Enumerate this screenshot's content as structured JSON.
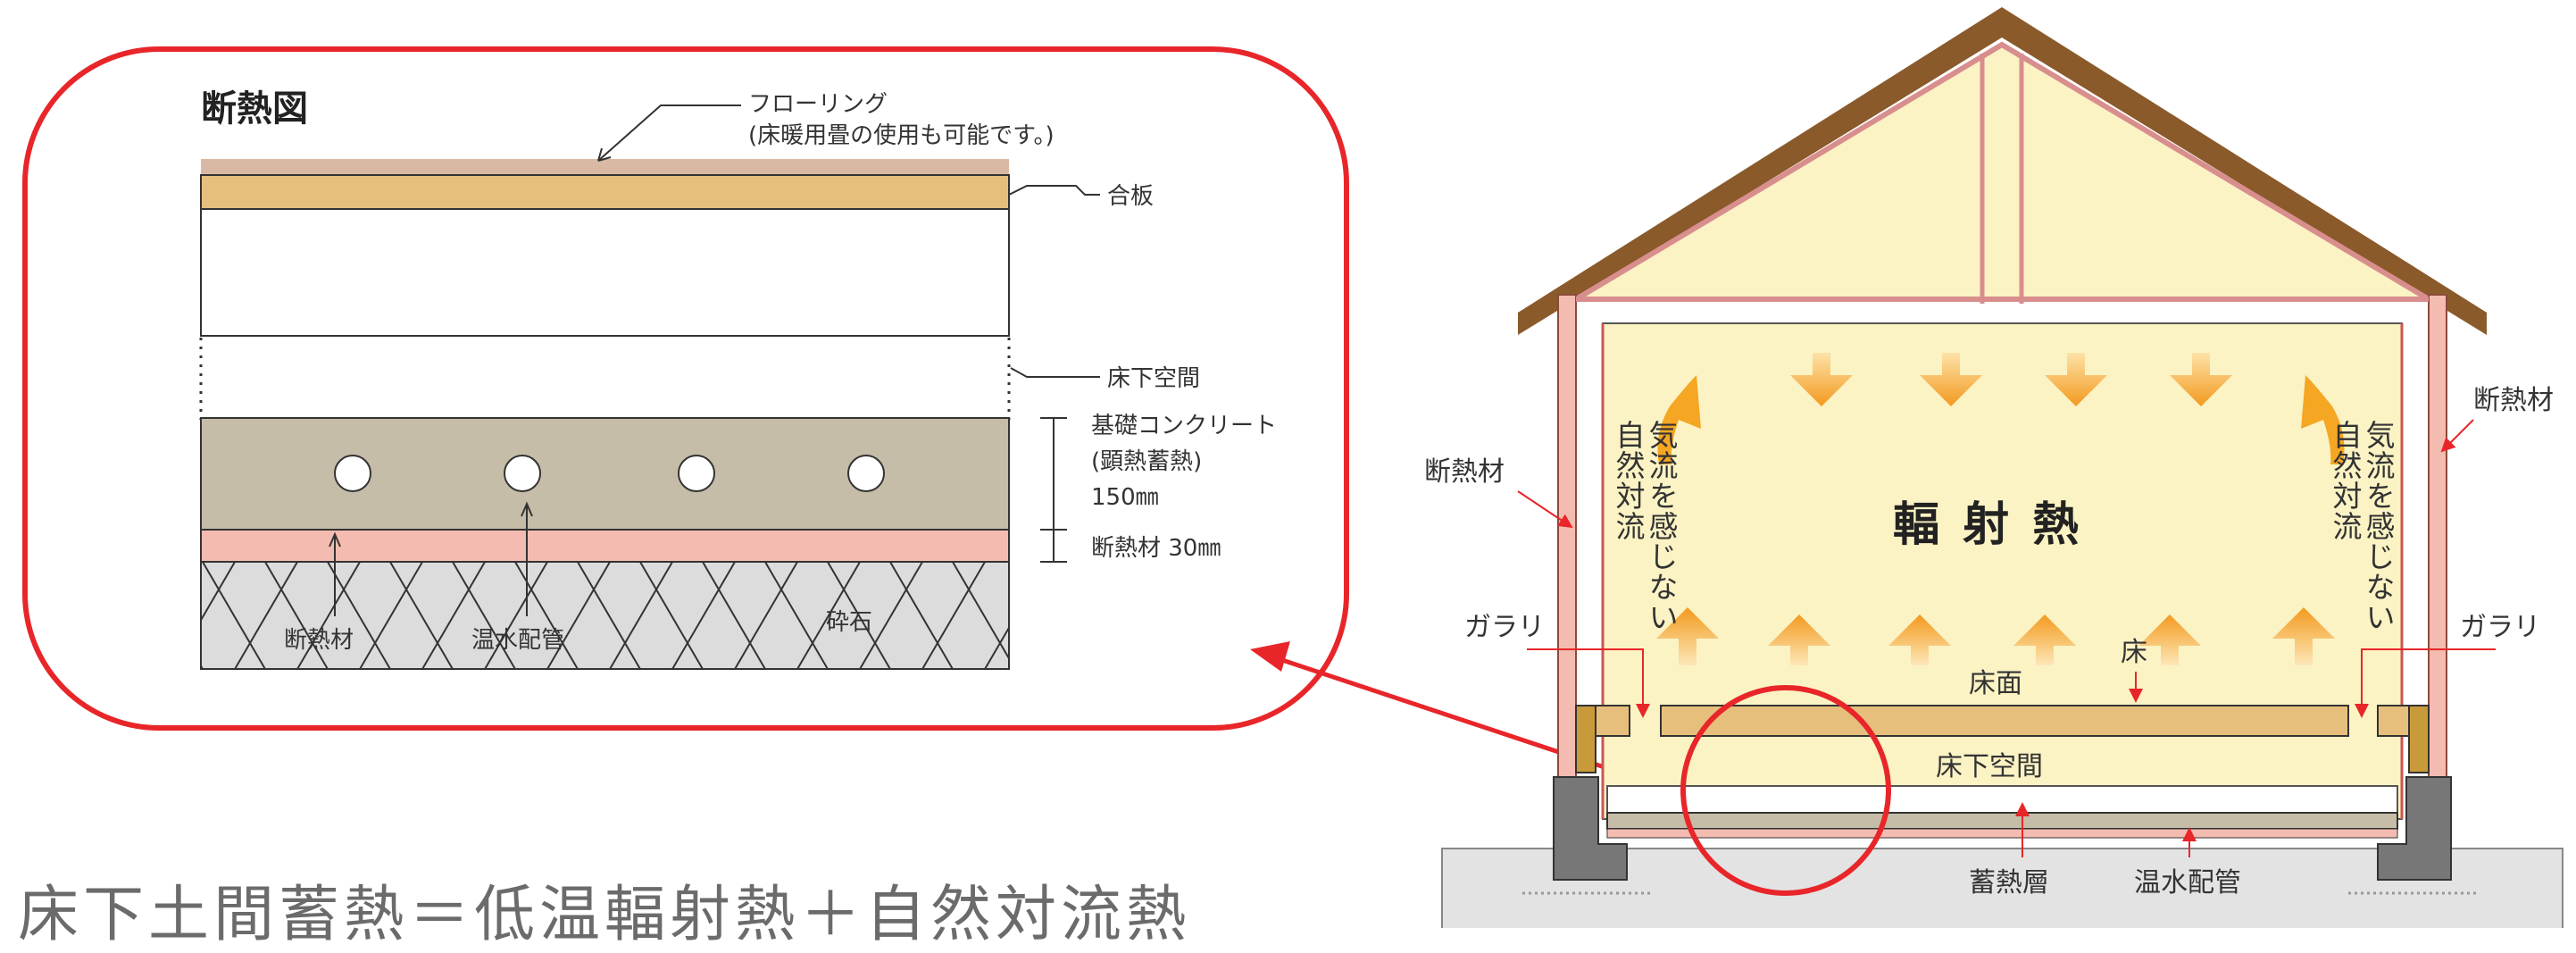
{
  "detail": {
    "title": "断熱図",
    "flooring_line1": "フローリング",
    "flooring_line2": "(床暖用畳の使用も可能です。)",
    "plywood": "合板",
    "underfloor_space": "床下空間",
    "concrete_line1": "基礎コンクリート",
    "concrete_line2": "(顕熱蓄熱)",
    "concrete_thickness": "150㎜",
    "insulation_thickness": "断熱材 30㎜",
    "insulation": "断熱材",
    "hot_water_pipe": "温水配管",
    "gravel": "砕石",
    "frame_color": "#e8262a"
  },
  "house": {
    "insulation_left": "断熱材",
    "insulation_right": "断熱材",
    "convection_left_col1": "気流を感じない",
    "convection_left_col2": "自然対流",
    "convection_right_col1": "気流を感じない",
    "convection_right_col2": "自然対流",
    "radiant_heat": "輻 射 熱",
    "gallery_left": "ガラリ",
    "gallery_right": "ガラリ",
    "floor": "床",
    "floor_surface": "床面",
    "underfloor_space": "床下空間",
    "heat_storage_layer": "蓄熱層",
    "hot_water_pipe": "温水配管",
    "roof_color": "#8a5a2b",
    "interior_color": "#fbf3c4",
    "arrow_color": "#f5a623"
  },
  "headline": "床下土間蓄熱＝低温輻射熱＋自然対流熱"
}
